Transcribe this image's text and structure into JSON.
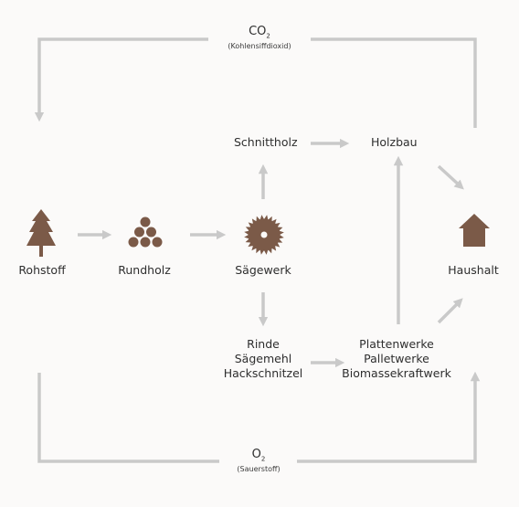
{
  "colors": {
    "arrow": "#c9c9c9",
    "icon": "#7b5a48",
    "background": "#fbfaf9"
  },
  "top_gas": {
    "formula": "CO",
    "subscript": "2",
    "note": "(Kohlensiffdioxid)"
  },
  "bottom_gas": {
    "formula": "O",
    "subscript": "2",
    "note": "(Sauerstoff)"
  },
  "nodes": {
    "rohstoff": {
      "label": "Rohstoff",
      "icon": "tree-icon"
    },
    "rundholz": {
      "label": "Rundholz",
      "icon": "log-pile-icon"
    },
    "saegewerk": {
      "label": "Sägewerk",
      "icon": "saw-blade-icon"
    },
    "schnittholz": {
      "label": "Schnittholz"
    },
    "holzbau": {
      "label": "Holzbau"
    },
    "haushalt": {
      "label": "Haushalt",
      "icon": "house-icon"
    },
    "byproducts": {
      "lines": [
        "Rinde",
        "Sägemehl",
        "Hackschnitzel"
      ]
    },
    "industries": {
      "lines": [
        "Plattenwerke",
        "Palletwerke",
        "Biomassekraftwerk"
      ]
    }
  }
}
